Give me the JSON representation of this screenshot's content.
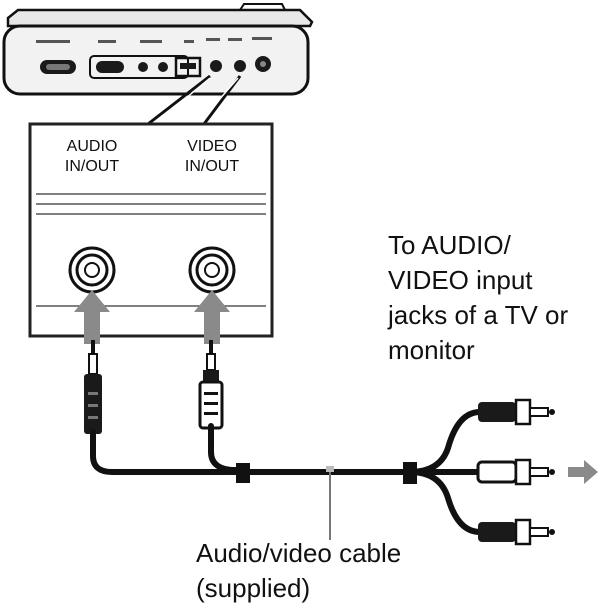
{
  "jacks": {
    "audio": {
      "line1": "AUDIO",
      "line2": "IN/OUT"
    },
    "video": {
      "line1": "VIDEO",
      "line2": "IN/OUT"
    }
  },
  "destination": {
    "line1": "To AUDIO/",
    "line2": "VIDEO input",
    "line3": "jacks of a TV or",
    "line4": "monitor"
  },
  "cable": {
    "line1": "Audio/video cable",
    "line2": "(supplied)"
  },
  "colors": {
    "ink": "#111111",
    "device_body": "#f2f2f2",
    "port_fill": "#1a1a1a",
    "arrow_gray": "#8a8a8a",
    "panel_stroke": "#222222"
  },
  "icons": [
    "play-icon",
    "direction-arrow-icon"
  ]
}
